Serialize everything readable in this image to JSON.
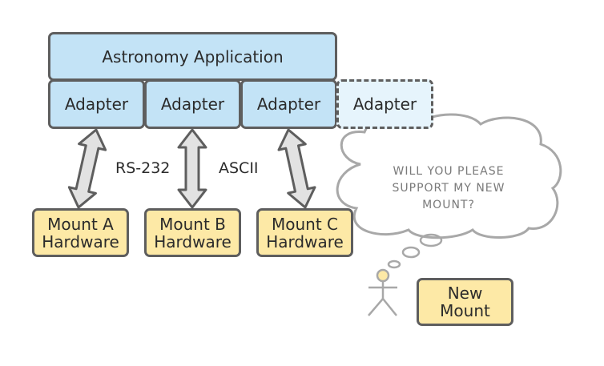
{
  "diagram": {
    "application": {
      "label": "Astronomy Application"
    },
    "adapters": [
      {
        "label": "Adapter",
        "style": "existing"
      },
      {
        "label": "Adapter",
        "style": "existing"
      },
      {
        "label": "Adapter",
        "style": "existing"
      },
      {
        "label": "Adapter",
        "style": "proposed"
      }
    ],
    "connections": [
      {
        "label": "RS-232"
      },
      {
        "label": "ASCII"
      }
    ],
    "hardware": [
      {
        "line1": "Mount A",
        "line2": "Hardware"
      },
      {
        "line1": "Mount B",
        "line2": "Hardware"
      },
      {
        "line1": "Mount C",
        "line2": "Hardware"
      }
    ],
    "thought_bubble": {
      "line1": "WILL YOU PLEASE",
      "line2": "SUPPORT MY NEW",
      "line3": "MOUNT?"
    },
    "new_mount": {
      "line1": "New",
      "line2": "Mount"
    },
    "colors": {
      "app_fill": "#c3e3f6",
      "proposed_fill": "#e6f4fc",
      "hardware_fill": "#fde9a6",
      "border": "#5e5e5e",
      "arrow_fill": "#e2e2e2",
      "cloud_stroke": "#a8a8a8",
      "person_head": "#fde9a6"
    }
  }
}
